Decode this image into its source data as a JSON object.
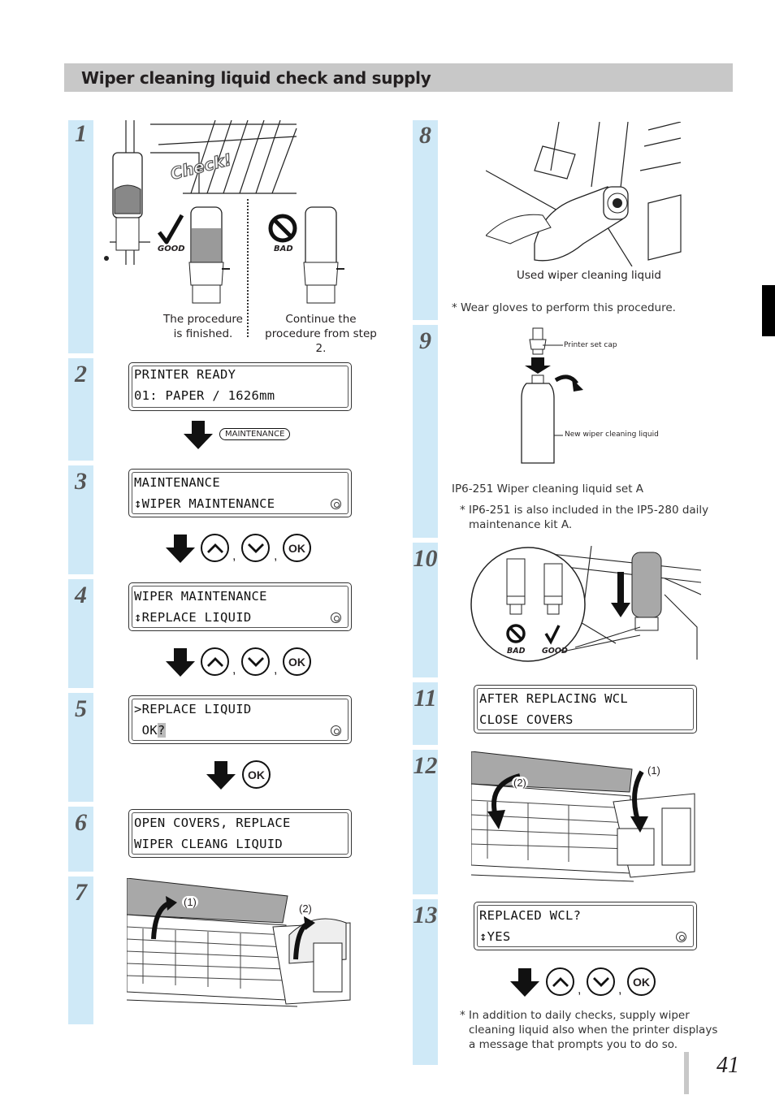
{
  "header": {
    "title": "Wiper cleaning liquid check and supply"
  },
  "steps": {
    "s1": {
      "num": "1",
      "check_label": "Check!",
      "good_label": "GOOD",
      "bad_label": "BAD",
      "good_caption_1": "The procedure",
      "good_caption_2": "is finished.",
      "bad_caption_1": "Continue the",
      "bad_caption_2": "procedure from step 2."
    },
    "s2": {
      "num": "2",
      "lcd_line1": "PRINTER READY",
      "lcd_line2": "01: PAPER / 1626mm",
      "key_label": "MAINTENANCE"
    },
    "s3": {
      "num": "3",
      "lcd_line1": "MAINTENANCE",
      "lcd_line2": "↕WIPER MAINTENANCE",
      "ok": "OK",
      "comma": ","
    },
    "s4": {
      "num": "4",
      "lcd_line1": "WIPER MAINTENANCE",
      "lcd_line2": "↕REPLACE LIQUID",
      "ok": "OK",
      "comma": ","
    },
    "s5": {
      "num": "5",
      "lcd_line1": ">REPLACE LIQUID",
      "lcd_line2_a": " OK",
      "lcd_line2_cursor": "?",
      "ok": "OK"
    },
    "s6": {
      "num": "6",
      "lcd_line1": "OPEN COVERS, REPLACE",
      "lcd_line2": "WIPER CLEANG LIQUID"
    },
    "s7": {
      "num": "7",
      "label1": "(1)",
      "label2": "(2)"
    },
    "s8": {
      "num": "8",
      "caption": "Used wiper cleaning liquid",
      "note": "* Wear gloves to perform this procedure."
    },
    "s9": {
      "num": "9",
      "cap_label": "Printer set cap",
      "bottle_label": "New wiper cleaning liquid",
      "note_main": "IP6-251 Wiper cleaning liquid set A",
      "note_sub_1": "* IP6-251 is also included in the IP5-280 daily",
      "note_sub_2": "maintenance kit A."
    },
    "s10": {
      "num": "10",
      "bad_label": "BAD",
      "good_label": "GOOD"
    },
    "s11": {
      "num": "11",
      "lcd_line1": "AFTER REPLACING WCL",
      "lcd_line2": "CLOSE COVERS"
    },
    "s12": {
      "num": "12",
      "label1": "(1)",
      "label2": "(2)"
    },
    "s13": {
      "num": "13",
      "lcd_line1": "REPLACED WCL?",
      "lcd_line2": "↕YES",
      "ok": "OK",
      "comma": ",",
      "note_1": "* In addition to daily checks, supply wiper",
      "note_2": "cleaning liquid also when the printer displays",
      "note_3": "a message that prompts you to do so."
    }
  },
  "page_number": "41",
  "colors": {
    "step_strip": "#cfe9f7",
    "header_bar": "#c8c8c8",
    "side_tab": "#000000"
  }
}
